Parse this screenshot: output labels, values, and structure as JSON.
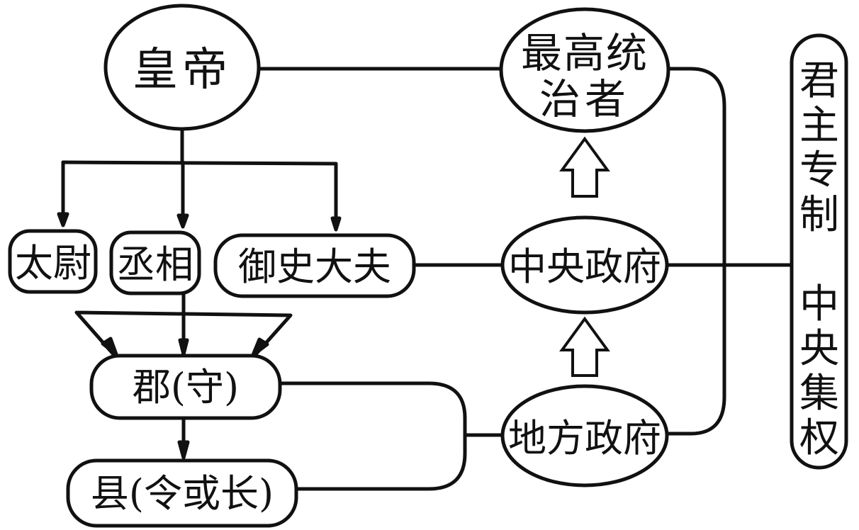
{
  "diagram": {
    "line_color": "#111111",
    "background": "#ffffff",
    "nodes": {
      "emperor": {
        "label": "皇帝"
      },
      "taiwei": {
        "label": "太尉"
      },
      "chengxiang": {
        "label": "丞相"
      },
      "yushi_dafu": {
        "label": "御史大夫"
      },
      "commandery": {
        "label": "郡(守)"
      },
      "county": {
        "label": "县(令或长)"
      },
      "supreme_ruler": {
        "line1": "最高统",
        "line2": "治者"
      },
      "central_gov": {
        "label": "中央政府"
      },
      "local_gov": {
        "label": "地方政府"
      },
      "summary": {
        "chars": [
          "君",
          "主",
          "专",
          "制",
          "",
          "中",
          "央",
          "集",
          "权"
        ]
      }
    },
    "edges": [
      {
        "from": "emperor",
        "to": "taiwei",
        "type": "arrow"
      },
      {
        "from": "emperor",
        "to": "chengxiang",
        "type": "arrow"
      },
      {
        "from": "emperor",
        "to": "yushi_dafu",
        "type": "arrow"
      },
      {
        "from": "chengxiang",
        "to": "commandery",
        "type": "arrow"
      },
      {
        "from": "taiwei",
        "to": "commandery",
        "type": "arrow"
      },
      {
        "from": "yushi_dafu",
        "to": "commandery",
        "type": "arrow"
      },
      {
        "from": "commandery",
        "to": "county",
        "type": "arrow"
      },
      {
        "from": "emperor",
        "to": "supreme_ruler",
        "type": "line"
      },
      {
        "from": "yushi_dafu",
        "to": "central_gov",
        "type": "line"
      },
      {
        "from": "commandery",
        "to": "local_gov",
        "type": "line"
      },
      {
        "from": "county",
        "to": "local_gov",
        "type": "line"
      },
      {
        "from": "local_gov",
        "to": "central_gov",
        "type": "hollow-arrow"
      },
      {
        "from": "central_gov",
        "to": "supreme_ruler",
        "type": "hollow-arrow"
      },
      {
        "from": "supreme_ruler",
        "to": "summary",
        "type": "bracket"
      },
      {
        "from": "central_gov",
        "to": "summary",
        "type": "bracket"
      },
      {
        "from": "local_gov",
        "to": "summary",
        "type": "bracket"
      }
    ]
  }
}
